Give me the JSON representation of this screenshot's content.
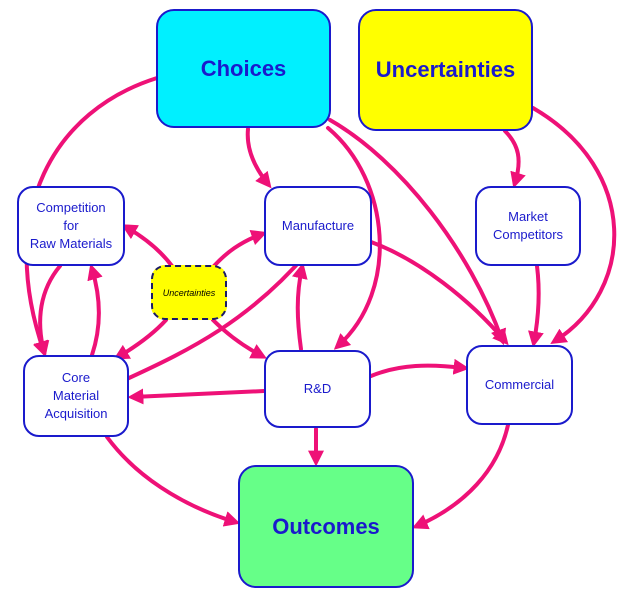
{
  "colors": {
    "arrow": "#ee1177",
    "node_border": "#1a1acc",
    "choices_fill": "#00f0ff",
    "uncertainties_fill": "#ffff00",
    "outcomes_fill": "#66ff88",
    "small_fill": "#ffffff"
  },
  "nodes": {
    "choices": "Choices",
    "uncertainties": "Uncertainties",
    "outcomes": "Outcomes",
    "competition": [
      "Competition",
      "for",
      "Raw Materials"
    ],
    "manufacture": "Manufacture",
    "market": [
      "Market",
      "Competitors"
    ],
    "core": [
      "Core",
      "Material",
      "Acquisition"
    ],
    "rnd": "R&D",
    "commercial": "Commercial",
    "uncertainties_small": "Uncertainties"
  }
}
